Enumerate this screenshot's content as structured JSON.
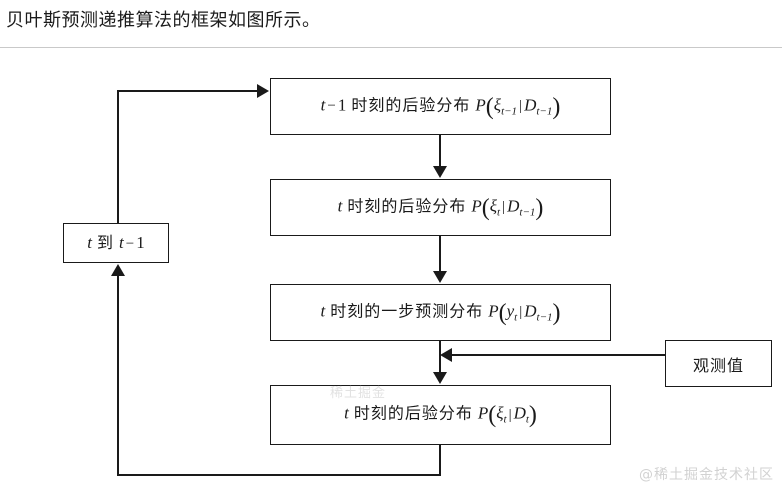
{
  "caption": "贝叶斯预测递推算法的框架如图所示。",
  "diagram": {
    "title": "bayesian-prediction-recursive-algorithm-flowchart",
    "nodes": {
      "box1": {
        "name": "posterior-distribution-t-minus-1",
        "prefix_var": "t",
        "prefix_op": "−",
        "prefix_num": "1",
        "label_cn": "时刻的后验分布",
        "fn": "P",
        "arg_var": "ξ",
        "arg_sub": "t−1",
        "cond_var": "D",
        "cond_sub": "t−1",
        "full_text": "t −1 时刻的后验分布 P(ξ_{t-1} | D_{t-1})"
      },
      "box2": {
        "name": "posterior-distribution-t-given-t-minus-1",
        "prefix_var": "t",
        "label_cn": "时刻的后验分布",
        "fn": "P",
        "arg_var": "ξ",
        "arg_sub": "t",
        "cond_var": "D",
        "cond_sub": "t−1",
        "full_text": "t 时刻的后验分布 P(ξ_t | D_{t-1})"
      },
      "box3": {
        "name": "one-step-prediction-distribution",
        "prefix_var": "t",
        "label_cn": "时刻的一步预测分布",
        "fn": "P",
        "arg_var": "y",
        "arg_sub": "t",
        "cond_var": "D",
        "cond_sub": "t−1",
        "full_text": "t 时刻的一步预测分布 P(y_t | D_{t-1})"
      },
      "box4": {
        "name": "posterior-distribution-t",
        "prefix_var": "t",
        "label_cn": "时刻的后验分布",
        "fn": "P",
        "arg_var": "ξ",
        "arg_sub": "t",
        "cond_var": "D",
        "cond_sub": "t",
        "full_text": "t 时刻的后验分布 P(ξ_t | D_t)"
      },
      "box_left": {
        "name": "time-shift-node",
        "var1": "t",
        "label_cn": "到",
        "var2": "t",
        "op": "−",
        "num": "1",
        "full_text": "t 到 t −1"
      },
      "box_right": {
        "name": "observation-node",
        "label_cn": "观测值",
        "full_text": "观测值"
      }
    },
    "edges": [
      {
        "name": "edge-box1-to-box2",
        "from": "box1",
        "to": "box2",
        "direction": "down"
      },
      {
        "name": "edge-box2-to-box3",
        "from": "box2",
        "to": "box3",
        "direction": "down"
      },
      {
        "name": "edge-box3-to-box4",
        "from": "box3",
        "to": "box4",
        "direction": "down"
      },
      {
        "name": "edge-observation-to-box4-link",
        "from": "box_right",
        "to": "edge-box3-to-box4",
        "direction": "left"
      },
      {
        "name": "edge-box4-feedback-to-time-shift",
        "from": "box4",
        "to": "box_left",
        "direction": "up"
      },
      {
        "name": "edge-time-shift-to-box1",
        "from": "box_left",
        "to": "box1",
        "direction": "right"
      }
    ],
    "line_color": "#1a1a1a"
  },
  "watermarks": {
    "corner": "@稀土掘金技术社区",
    "center": "稀土掘金"
  }
}
